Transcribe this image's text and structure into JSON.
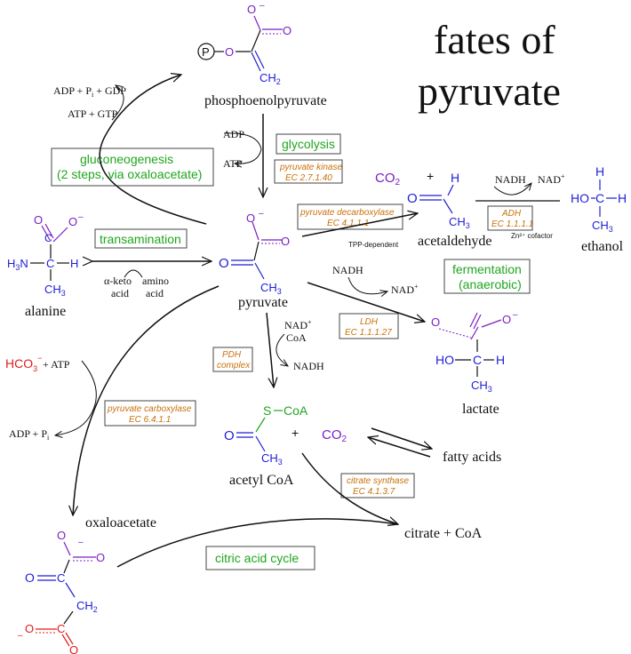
{
  "title": [
    "fates of",
    "pyruvate"
  ],
  "molecules": {
    "pep": "phosphoenolpyruvate",
    "pyruvate": "pyruvate",
    "alanine": "alanine",
    "acetaldehyde": "acetaldehyde",
    "ethanol": "ethanol",
    "lactate": "lactate",
    "acetyl_coa": "acetyl CoA",
    "oxaloacetate": "oxaloacetate",
    "citrate": "citrate + CoA",
    "fatty_acids": "fatty acids"
  },
  "processes": {
    "glycolysis": "glycolysis",
    "gluconeogenesis": [
      "gluconeogenesis",
      "(2 steps, via oxaloacetate)"
    ],
    "transamination": "transamination",
    "fermentation": [
      "fermentation",
      "(anaerobic)"
    ],
    "citric_acid_cycle": "citric acid cycle"
  },
  "enzymes": {
    "pyruvate_kinase": [
      "pyruvate kinase",
      "EC 2.7.1.40"
    ],
    "pyruvate_decarboxylase": [
      "pyruvate decarboxylase",
      "EC 4.1.1.1"
    ],
    "adh": [
      "ADH",
      "EC 1.1.1.1"
    ],
    "ldh": [
      "LDH",
      "EC 1.1.1.27"
    ],
    "pdh": [
      "PDH",
      "complex"
    ],
    "pyruvate_carboxylase": [
      "pyruvate carboxylase",
      "EC 6.4.1.1"
    ],
    "citrate_synthase": [
      "citrate synthase",
      "EC 4.1.3.7"
    ]
  },
  "cofactors": {
    "adp": "ADP",
    "atp": "ATP",
    "atp_gtp": "ATP + GTP",
    "adp_pi_gdp_a": "ADP + P",
    "adp_pi_gdp_b": " + GDP",
    "nadh": "NADH",
    "nad_plus": "NAD",
    "coa": "CoA",
    "tpp": "TPP-dependent",
    "zn": "Zn²⁺ cofactor",
    "keto_acid": [
      "α-keto",
      "acid"
    ],
    "amino_acid": [
      "amino",
      "acid"
    ],
    "plus_atp": "+ ATP",
    "adp_pi_a": "ADP + P",
    "co2": "CO",
    "plus": "+",
    "hco3": "HCO",
    "h_ch3": "H",
    "ho": "HO",
    "h3n": "H",
    "ch3": "CH",
    "ch2": "CH",
    "s_coa": "S",
    "p": "P",
    "o": "O"
  },
  "colors": {
    "process": "#1fa61f",
    "enzyme": "#c8720a",
    "atom_blue": "#1f1fd6",
    "atom_purple": "#7a1fc4",
    "atom_red": "#e01b1b",
    "bond_s": "#1fa61f"
  }
}
